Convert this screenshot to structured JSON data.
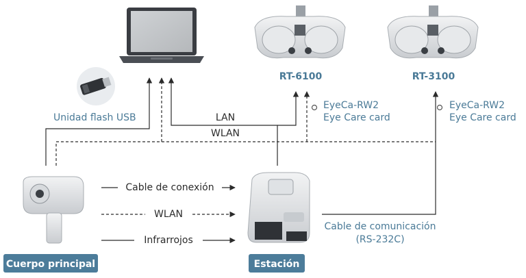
{
  "nodes": {
    "usb_label": "Unidad flash USB",
    "rt6100": "RT-6100",
    "rt3100": "RT-3100",
    "card1_line1": "EyeCa-RW2",
    "card1_line2": "Eye Care card",
    "card2_line1": "EyeCa-RW2",
    "card2_line2": "Eye Care card",
    "main_body": "Cuerpo principal",
    "station": "Estación"
  },
  "connections": {
    "lan": "LAN",
    "wlan_top": "WLAN",
    "cable_conexion": "Cable de conexión",
    "wlan_mid": "WLAN",
    "infrarrojos": "Infrarrojos",
    "cable_com_line1": "Cable de comunicación",
    "cable_com_line2": "(RS-232C)"
  },
  "colors": {
    "accent": "#4a7a97",
    "tag_bg": "#4c7c9a",
    "line": "#2b2b2b"
  }
}
